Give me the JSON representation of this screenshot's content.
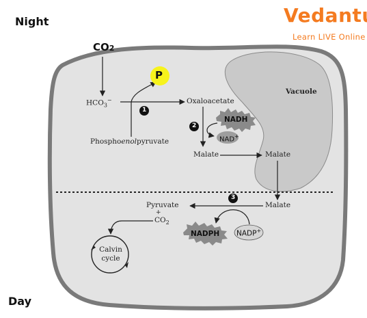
{
  "period_labels": {
    "night": "Night",
    "day": "Day"
  },
  "logo": {
    "name": "Vedantu",
    "tagline": "Learn LIVE Online"
  },
  "inputs": {
    "co2_top": "CO",
    "co2_top_sub": "2"
  },
  "molecules": {
    "bicarbonate": "HCO",
    "bicarbonate_sub": "3",
    "bicarbonate_sup": "−",
    "phosphate": "P",
    "pep_pre": "Phospho",
    "pep_italic": "enol",
    "pep_post": "pyruvate",
    "oxaloacetate": "Oxaloacetate",
    "nadh": "NADH",
    "nad": "NAD",
    "nad_sup": "+",
    "malate_left": "Malate",
    "malate_right": "Malate",
    "vacuole": "Vacuole",
    "malate_day": "Malate",
    "pyruvate": "Pyruvate",
    "co2_day": "CO",
    "co2_day_sub": "2",
    "co2_day_sup": "+",
    "nadph": "NADPH",
    "nadp": "NADP",
    "nadp_sup": "+",
    "calvin_line1": "Calvin",
    "calvin_line2": "cycle"
  },
  "steps": [
    "1",
    "2",
    "3"
  ],
  "colors": {
    "cell": "#e3e3e3",
    "cell_border": "#7a7a7a",
    "vacuole": "#c9c9c9",
    "phosphate": "#f7f31c",
    "logo": "#f47b20"
  }
}
